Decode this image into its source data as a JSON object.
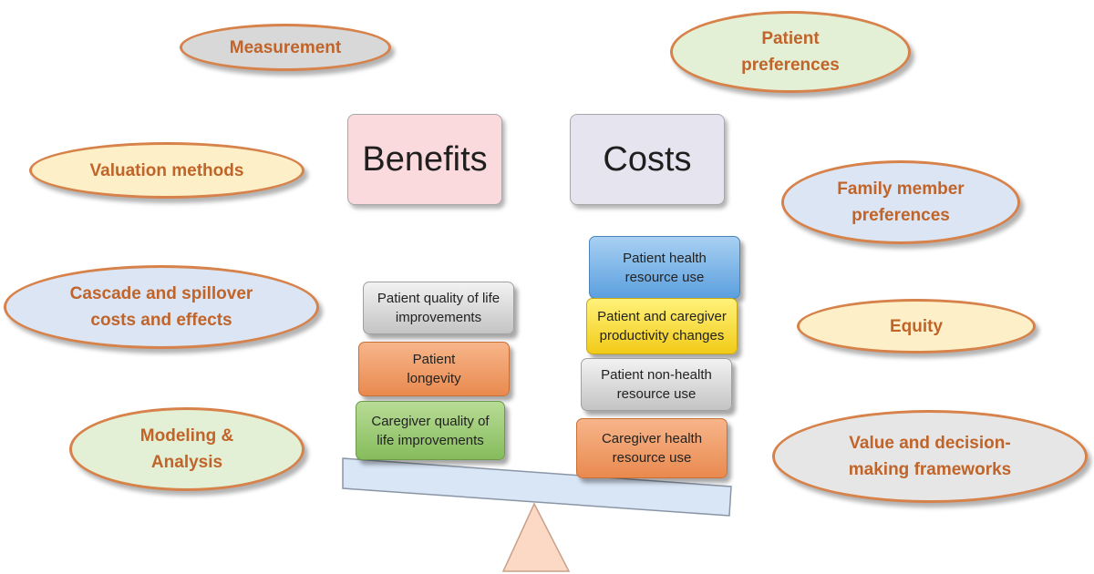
{
  "ovals_left": [
    {
      "lines": [
        "Measurement"
      ],
      "fill": "#d8d8d8"
    },
    {
      "lines": [
        "Valuation methods"
      ],
      "fill": "#fdf0c8"
    },
    {
      "lines": [
        "Cascade and spillover",
        "costs and effects"
      ],
      "fill": "#dbe5f3"
    },
    {
      "lines": [
        "Modeling &",
        "Analysis"
      ],
      "fill": "#e3f0d5"
    }
  ],
  "ovals_right": [
    {
      "lines": [
        "Patient",
        "preferences"
      ],
      "fill": "#e3f0d5"
    },
    {
      "lines": [
        "Family member",
        "preferences"
      ],
      "fill": "#dbe5f3"
    },
    {
      "lines": [
        "Equity"
      ],
      "fill": "#fdf0c8"
    },
    {
      "lines": [
        "Value and decision-",
        "making frameworks"
      ],
      "fill": "#e6e6e6"
    }
  ],
  "titles": {
    "benefits": "Benefits",
    "costs": "Costs"
  },
  "benefit_blocks": [
    {
      "lines": [
        "Patient quality of life",
        "improvements"
      ],
      "color": "gray"
    },
    {
      "lines": [
        "Patient",
        "longevity"
      ],
      "color": "orange"
    },
    {
      "lines": [
        "Caregiver quality of",
        "life improvements"
      ],
      "color": "green"
    }
  ],
  "cost_blocks": [
    {
      "lines": [
        "Patient health",
        "resource use"
      ],
      "color": "blue"
    },
    {
      "lines": [
        "Patient and caregiver",
        "productivity changes"
      ],
      "color": "yellow"
    },
    {
      "lines": [
        "Patient non-health",
        "resource  use"
      ],
      "color": "gray"
    },
    {
      "lines": [
        "Caregiver health",
        "resource use"
      ],
      "color": "orange"
    }
  ],
  "colors": {
    "oval_border": "#d6824a",
    "oval_text": "#c0642a",
    "benefits_box": "#fadadd",
    "costs_box": "#e6e5ef",
    "beam": "#d9e6f6",
    "fulcrum": "#fbd9c5"
  }
}
